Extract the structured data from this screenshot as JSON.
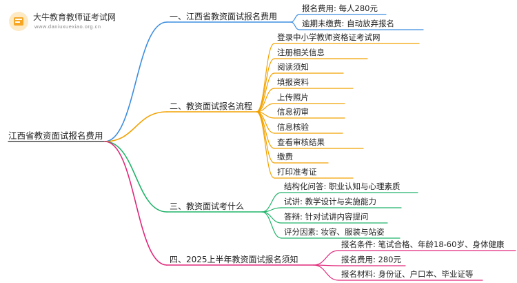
{
  "brand": {
    "name": "大牛教育教师证考试网",
    "url": "www.daniuxuexiao.org.cn",
    "logo_color": "#f6a623"
  },
  "root": {
    "label": "江西省教资面试报名费用"
  },
  "branches": [
    {
      "label": "一、江西省教资面试报名费用",
      "color": "#3b8de0",
      "leaves": [
        "报名费用: 每人280元",
        "逾期未缴费: 自动放弃报名"
      ]
    },
    {
      "label": "二、教资面试报名流程",
      "color": "#f2a200",
      "leaves": [
        "登录中小学教师资格证考试网",
        "注册相关信息",
        "阅读须知",
        "填报资料",
        "上传照片",
        "信息初审",
        "信息核验",
        "查看审核结果",
        "缴费",
        "打印准考证"
      ]
    },
    {
      "label": "三、教资面试考什么",
      "color": "#21b36a",
      "leaves": [
        "结构化问答: 职业认知与心理素质",
        "试讲: 教学设计与实施能力",
        "答辩: 针对试讲内容提问",
        "评分因素: 妆容、服装与站姿"
      ]
    },
    {
      "label": "四、2025上半年教资面试报名须知",
      "color": "#e0287a",
      "leaves": [
        "报名条件: 笔试合格、年龄18-60岁、身体健康",
        "报名费用: 280元",
        "报名材料: 身份证、户口本、毕业证等"
      ]
    }
  ]
}
